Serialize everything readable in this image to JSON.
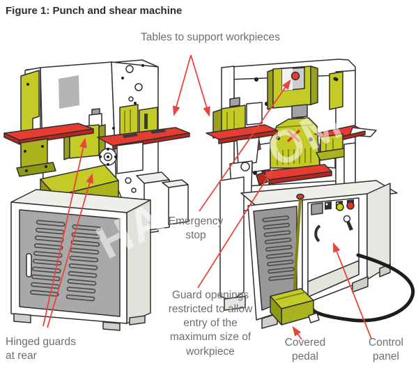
{
  "title": "Figure 1: Punch and shear machine",
  "labels": {
    "tables": "Tables to support workpieces",
    "emergency_stop": "Emergency\nstop",
    "guard_openings": "Guard openings\nrestricted to allow\nentry of the\nmaximum size of\nworkpiece",
    "hinged_guards": "Hinged guards\nat rear",
    "covered_pedal": "Covered\npedal",
    "control_panel": "Control\npanel"
  },
  "watermark": {
    "left": "HA",
    "right": "OM"
  },
  "colors": {
    "arrow_red": "#e8453c",
    "table_red": "#e63c32",
    "guard_olive": "#c4ca26",
    "cabinet_gray": "#a9a9a9",
    "label_gray": "#6d6e71",
    "title_dark": "#2e2c3a"
  }
}
